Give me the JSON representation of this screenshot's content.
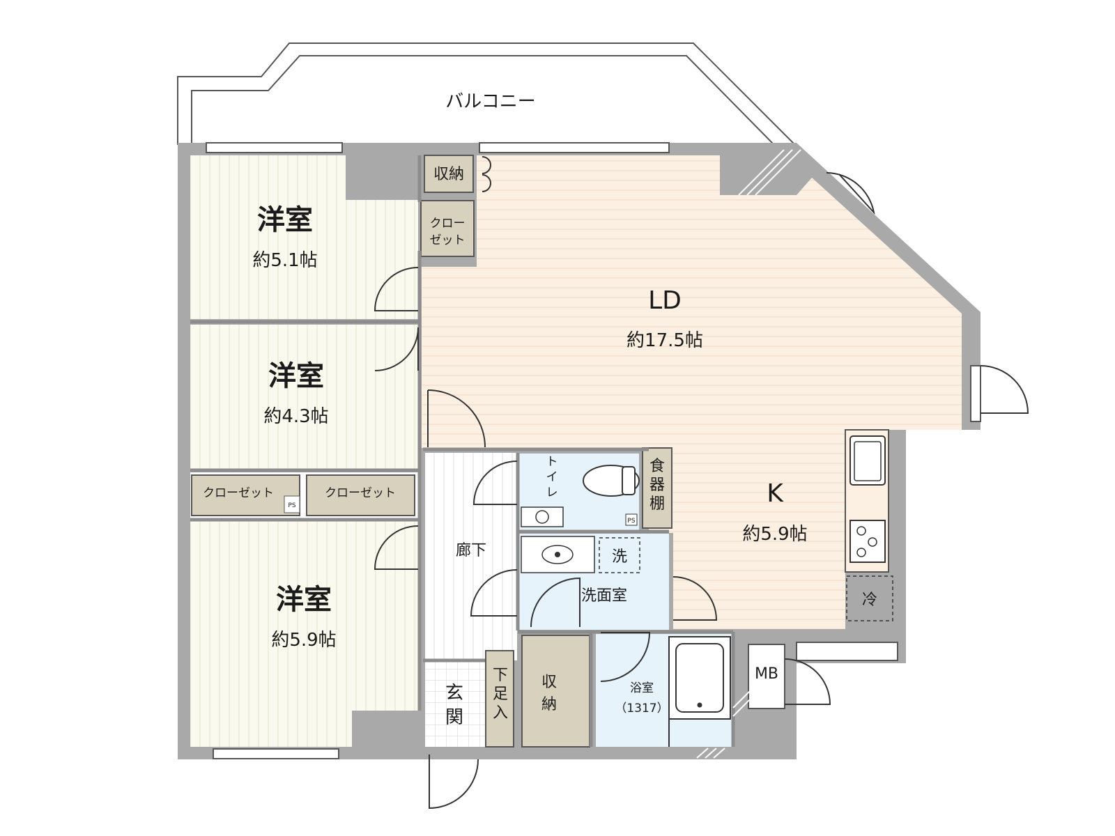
{
  "labels": {
    "balcony": "バルコニー",
    "ld": "LD",
    "ld_size": "約17.5帖",
    "k": "K",
    "k_size": "約5.9帖",
    "room1": "洋室",
    "room1_size": "約5.1帖",
    "room2": "洋室",
    "room2_size": "約4.3帖",
    "room3": "洋室",
    "room3_size": "約5.9帖",
    "storage_top": "収納",
    "closet_top_l1": "クロー",
    "closet_top_l2": "ゼット",
    "closet_left": "クローゼット",
    "closet_right": "クローゼット",
    "ps": "PS",
    "ps2": "PS",
    "toilet_l1": "ト",
    "toilet_l2": "イ",
    "toilet_l3": "レ",
    "pantry_l1": "食",
    "pantry_l2": "器",
    "pantry_l3": "棚",
    "hallway": "廊下",
    "washer": "洗",
    "washroom": "洗面室",
    "fridge": "冷",
    "entrance_l1": "玄",
    "entrance_l2": "関",
    "shoe_l1": "下",
    "shoe_l2": "足",
    "shoe_l3": "入",
    "storage_mid_l1": "収",
    "storage_mid_l2": "納",
    "bath": "浴室",
    "bath_size": "（1317）",
    "mb": "MB"
  },
  "colors": {
    "wall": "#a9a9a9",
    "western_room": "#fafaee",
    "living": "#fcf0e3",
    "wet_area": "#e6f3fb",
    "storage": "#d8d1bd",
    "hallway": "#ffffff"
  }
}
